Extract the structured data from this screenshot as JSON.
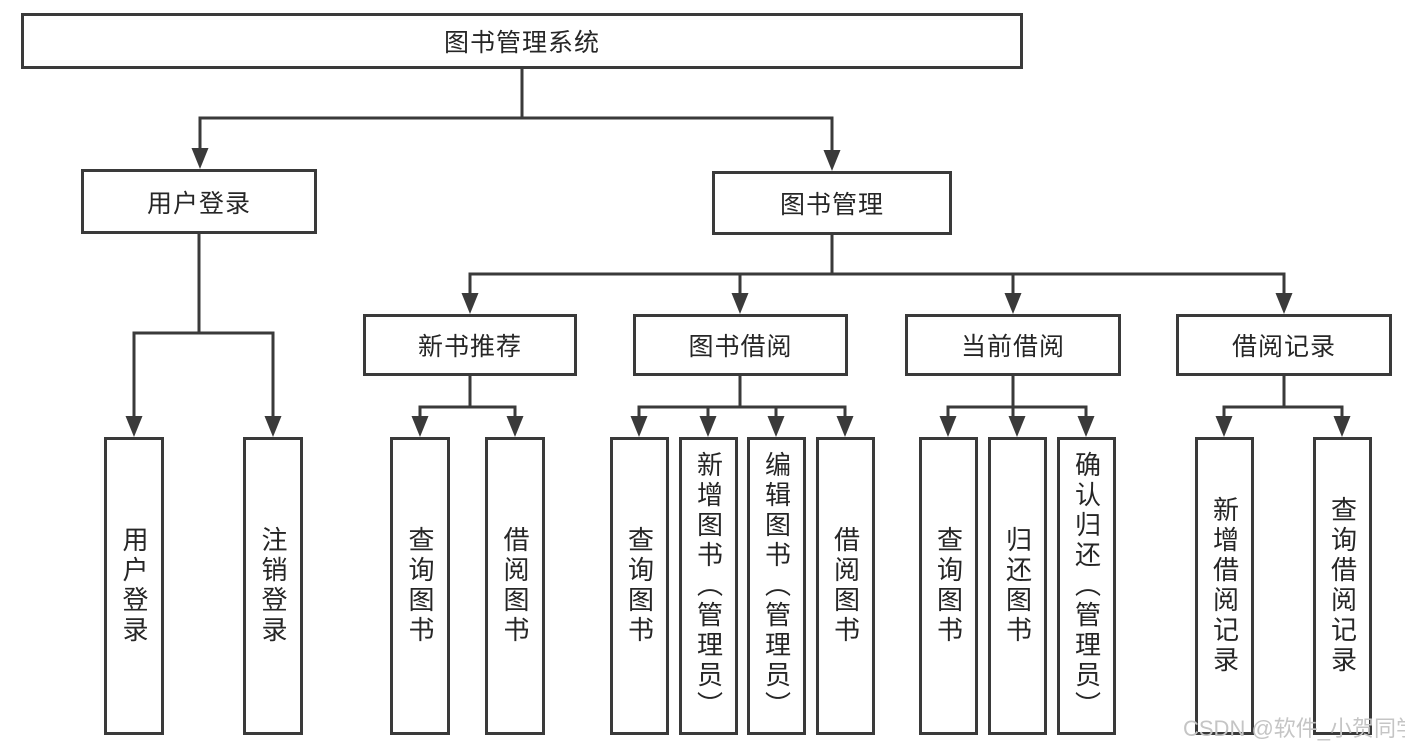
{
  "diagram": {
    "root": {
      "label": "图书管理系统"
    },
    "userLogin": {
      "label": "用户登录",
      "children": [
        {
          "label": "用户登录"
        },
        {
          "label": "注销登录"
        }
      ]
    },
    "bookMgmt": {
      "label": "图书管理"
    },
    "newBookRec": {
      "label": "新书推荐",
      "children": [
        {
          "label": "查询图书"
        },
        {
          "label": "借阅图书"
        }
      ]
    },
    "bookBorrow": {
      "label": "图书借阅",
      "children": [
        {
          "label": "查询图书"
        },
        {
          "label": "新增图书（管理员）"
        },
        {
          "label": "编辑图书（管理员）"
        },
        {
          "label": "借阅图书"
        }
      ]
    },
    "currentBorrow": {
      "label": "当前借阅",
      "children": [
        {
          "label": "查询图书"
        },
        {
          "label": "归还图书"
        },
        {
          "label": "确认归还（管理员）"
        }
      ]
    },
    "borrowRecords": {
      "label": "借阅记录",
      "children": [
        {
          "label": "新增借阅记录"
        },
        {
          "label": "查询借阅记录"
        }
      ]
    }
  },
  "watermark": "CSDN @软件_小贺同学",
  "colors": {
    "line": "#3a3a3a",
    "text": "#262626",
    "watermark": "#c5c5c5",
    "background": "#ffffff"
  }
}
